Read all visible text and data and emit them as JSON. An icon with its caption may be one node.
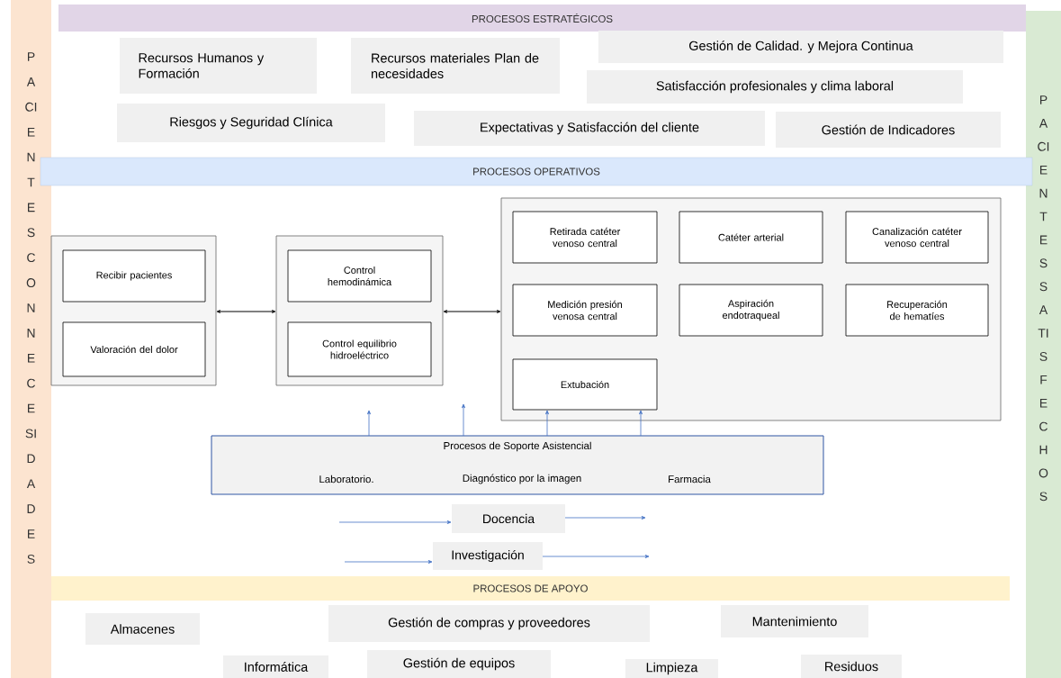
{
  "diagram": {
    "nodes": [
      {
        "text": [
          "PACIENTES CON NECESIDADES"
        ]
      },
      {
        "text": [
          "PACIENTES SATISFECHOS"
        ]
      },
      {
        "text": [
          "PROCESOS ESTRATÉGICOS"
        ]
      },
      {
        "text": [
          "Recursos Humanos y Formación"
        ]
      },
      {
        "text": [
          "Recursos materiales Plan de necesidades"
        ]
      },
      {
        "text": [
          "Gestión  de Calidad. y Mejora Continua"
        ]
      },
      {
        "text": [
          "Satisfacción profesionales y clima laboral"
        ]
      },
      {
        "text": [
          "Riesgos y Seguridad Clínica"
        ]
      },
      {
        "text": [
          "Expectativas y Satisfacción del cliente"
        ]
      },
      {
        "text": [
          "Gestión de Indicadores"
        ]
      },
      {
        "text": [
          "PROCESOS OPERATIVOS"
        ]
      },
      {
        "text": [],
        "shape": "box"
      },
      {
        "text": [
          "Recibir pacientes"
        ],
        "in": 11
      },
      {
        "text": [
          "Valoración del dolor"
        ],
        "in": 11
      },
      {
        "text": [],
        "shape": "box"
      },
      {
        "text": [
          "Control hemodinámica"
        ],
        "in": 14
      },
      {
        "text": [
          "Control equilibrio hidroeléctrico"
        ],
        "in": 14
      },
      {
        "text": [],
        "shape": "box"
      },
      {
        "text": [
          "Retirada catéter venoso central"
        ],
        "in": 17
      },
      {
        "text": [
          "Catéter arterial"
        ],
        "in": 17
      },
      {
        "text": [
          "Canalización catéter venoso central"
        ],
        "in": 17
      },
      {
        "text": [
          "Medición presión venosa central"
        ],
        "in": 17
      },
      {
        "text": [
          "Aspiración endotraqueal"
        ],
        "in": 17
      },
      {
        "text": [
          "Recuperación de hematíes"
        ],
        "in": 17
      },
      {
        "text": [
          "Extubación"
        ],
        "in": 17
      },
      {
        "text": [
          "Procesos de Soporte Asistencial",
          "Laboratorio.",
          "Diagnóstico por la imagen",
          "Farmacia"
        ]
      },
      {
        "text": [
          "Docencia"
        ]
      },
      {
        "text": [
          "Investigación"
        ]
      },
      {
        "text": [
          "PROCESOS DE APOYO"
        ]
      },
      {
        "text": [
          "Almacenes"
        ]
      },
      {
        "text": [
          "Gestión de compras y proveedores"
        ]
      },
      {
        "text": [
          "Mantenimiento"
        ]
      },
      {
        "text": [
          "Informática"
        ]
      },
      {
        "text": [
          "Gestión de equipos"
        ]
      },
      {
        "text": [
          "Limpieza"
        ]
      },
      {
        "text": [
          "Residuos"
        ]
      }
    ],
    "edges": [
      {
        "from": 11,
        "to": 14,
        "arrow": "both",
        "color": "#000000"
      },
      {
        "from": 14,
        "to": 17,
        "arrow": "both",
        "color": "#000000"
      },
      {
        "from": 25,
        "to": null,
        "arrow": "to"
      },
      {
        "from": 25,
        "to": null,
        "arrow": "to"
      },
      {
        "from": 25,
        "to": 24,
        "arrow": "to"
      },
      {
        "from": 25,
        "to": 24,
        "arrow": "to"
      },
      {
        "from": null,
        "to": 26,
        "arrow": "to"
      },
      {
        "from": 26,
        "to": null,
        "arrow": "to"
      },
      {
        "from": null,
        "to": 27,
        "arrow": "to"
      },
      {
        "from": 27,
        "to": null,
        "arrow": "to"
      }
    ]
  }
}
